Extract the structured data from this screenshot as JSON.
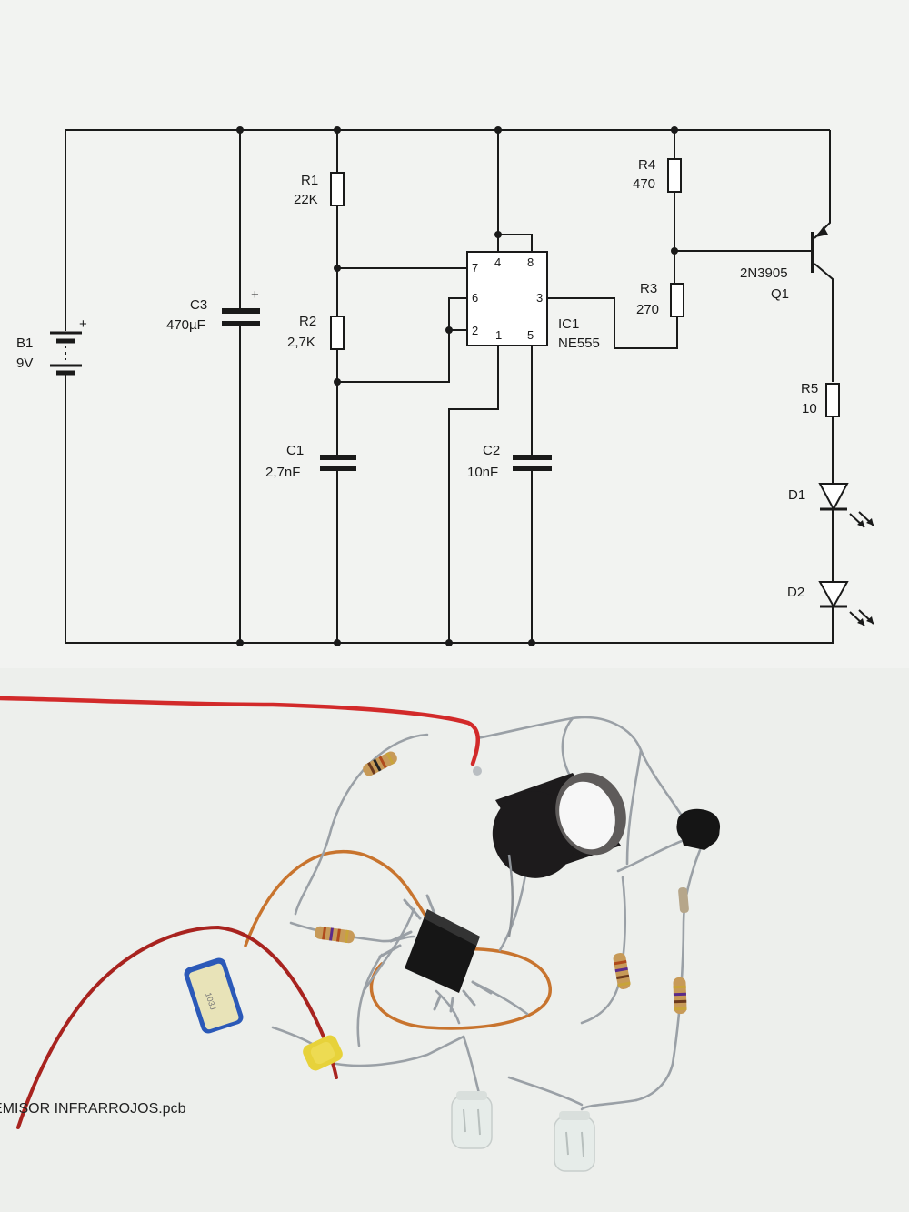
{
  "schematic": {
    "battery": {
      "ref": "B1",
      "value": "9V",
      "polarity": "+"
    },
    "c3": {
      "ref": "C3",
      "value": "470µF",
      "polarity": "+"
    },
    "r1": {
      "ref": "R1",
      "value": "22K"
    },
    "r2": {
      "ref": "R2",
      "value": "2,7K"
    },
    "c1": {
      "ref": "C1",
      "value": "2,7nF"
    },
    "ic1": {
      "ref": "IC1",
      "value": "NE555",
      "pins": {
        "p1": "1",
        "p2": "2",
        "p3": "3",
        "p4": "4",
        "p5": "5",
        "p6": "6",
        "p7": "7",
        "p8": "8"
      }
    },
    "c2": {
      "ref": "C2",
      "value": "10nF"
    },
    "r4": {
      "ref": "R4",
      "value": "470"
    },
    "r3": {
      "ref": "R3",
      "value": "270"
    },
    "q1": {
      "ref": "Q1",
      "value": "2N3905"
    },
    "r5": {
      "ref": "R5",
      "value": "10"
    },
    "d1": {
      "ref": "D1"
    },
    "d2": {
      "ref": "D2"
    }
  },
  "photo": {
    "pcb_label": "EMISOR INFRARROJOS.pcb",
    "colors": {
      "paper": "#f2f3f1",
      "red_wire": "#d22a2a",
      "dark_red_wire": "#a8231f",
      "copper_wire": "#c8742e",
      "silver_lead": "#9aa0a6",
      "electrolytic_cap": "#1d1b1c",
      "transistor": "#151515",
      "ic_body": "#161616",
      "resistor_body": "#c79a58",
      "film_cap": "#2b59b8",
      "ceramic_cap": "#e7d23a",
      "led_clear": "#e6ece9"
    }
  }
}
